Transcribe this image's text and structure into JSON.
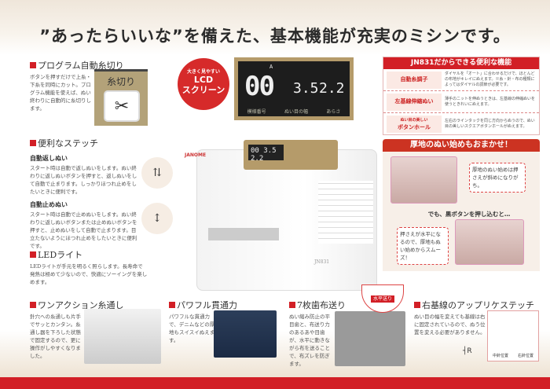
{
  "title": "”あったらいいな”を備えた、基本機能が充実のミシンです。",
  "features": {
    "thread_cut": {
      "heading": "プログラム自動糸切り",
      "text": "ボタンを押すだけで上糸・下糸を同時にカット。プログラム機能を使えば、ぬい終わりに自動的に糸切りします。",
      "button_label": "糸切り",
      "icon": "scissors-icon"
    },
    "stitch": {
      "heading": "便利なステッチ",
      "items": [
        {
          "sub": "自動返しぬい",
          "text": "スタート時は自動で返しぬいをします。ぬい終わりに返しぬいボタンを押すと、返しぬいをして自動で止まります。しっかりほつれ止めをしたいときに便利です。"
        },
        {
          "sub": "自動止めぬい",
          "text": "スタート時は自動で止めぬいをします。ぬい終わりに返しぬいボタンまたは止めぬいボタンを押すと、止めぬいをして自動で止まります。目立たないようにほつれ止めをしたいときに便利です。"
        }
      ]
    },
    "led": {
      "heading": "LEDライト",
      "text": "LEDライトが手元を明るく照らします。長寿命で発熱は極めて少ないので、快適にソーイングを楽しめます。"
    },
    "threader": {
      "heading": "ワンアクション糸通し",
      "text": "針穴への糸通しも片手でサッとカンタン。糸通し器を下ろした状態で固定するので、更に操作がしやすくなりました。"
    },
    "power": {
      "heading": "パワフル貫通力",
      "text": "パワフルな貫通力で、デニムなどの厚地もスイスイぬえます。"
    },
    "feed": {
      "heading": "7枚歯布送り",
      "text": "ぬい縮み防止の平目歯と、布送り力のあるあや目歯が、水平に動きながら布を送ることで、布ズレを防ぎます。",
      "callout": "水平送り"
    },
    "applique": {
      "heading": "右基線のアップリケステッチ",
      "text": "ぬい目の幅を変えても基線は右に固定されているので、ぬう位置を変える必要がありません。",
      "label_r": "R",
      "diagram_labels": [
        "中針位置",
        "右針位置"
      ]
    }
  },
  "lcd": {
    "badge_small": "大きく見やすい",
    "badge_line1": "LCD",
    "badge_line2": "スクリーン",
    "pattern": "00",
    "mode": "A",
    "width": "3.5",
    "length": "2.2",
    "captions": [
      "模様番号",
      "ぬい目の幅",
      "あらさ"
    ]
  },
  "machine": {
    "brand": "JANOME",
    "model": "JN831",
    "panel_display": "00 3.5 2.2"
  },
  "jn831_panel": {
    "heading": "JN831だからできる便利な機能",
    "rows": [
      {
        "key": "自動糸調子",
        "key_small": "",
        "text": "ダイヤルを「オート」に合わせるだけで、ほとんどの布地がキレイにぬえます。※糸・針・布の種類によってはダイヤルの調節が必要です。"
      },
      {
        "key": "左基線伸縮ぬい",
        "key_small": "",
        "text": "薄手のニットを伸ぬうときは、左基線の伸縮ぬいを使うときれいにぬえます。"
      },
      {
        "key": "ボタンホール",
        "key_small": "ぬい目の美しい",
        "text": "左右のラインタックを同じ方向からぬうので、ぬい目の美しいスクエアボタンホールがぬえます。"
      }
    ]
  },
  "thick_fabric": {
    "heading": "厚地のぬい始めもおまかせ！",
    "bubble1": "厚地のぬい始めは押さえが斜めになりがち。",
    "middle": "でも、黒ボタンを押し込むと…",
    "bubble2": "押さえが水平になるので、厚地もぬい始めからスムーズ！"
  },
  "colors": {
    "accent": "#d21f26",
    "gold": "#b59b6a"
  }
}
